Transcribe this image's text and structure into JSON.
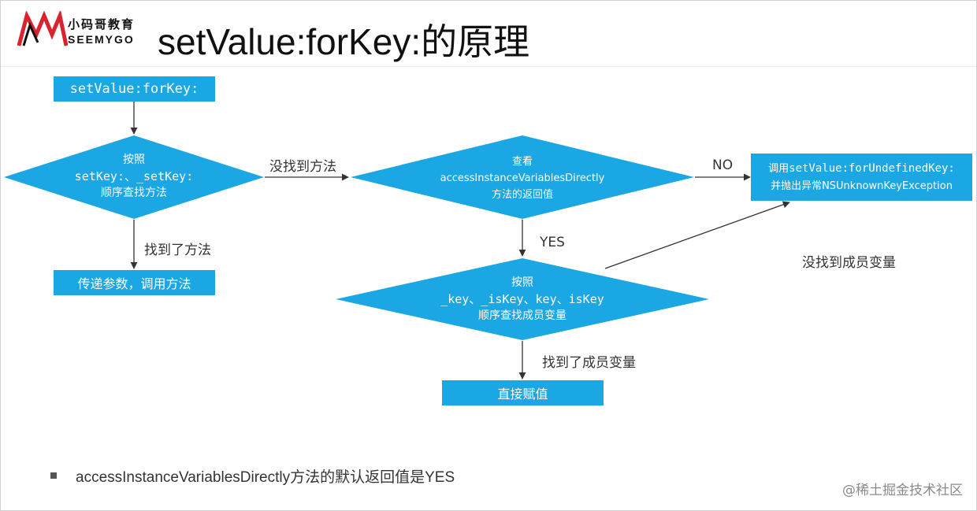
{
  "logo": {
    "cn": "小码哥教育",
    "en": "SEEMYGO"
  },
  "title": "setValue:forKey:的原理",
  "nodes": {
    "start": "setValue:forKey:",
    "d1_line1": "按照",
    "d1_line2": "setKey:、_setKey:",
    "d1_line3": "顺序查找方法",
    "call_method": "传递参数，调用方法",
    "d2_line1": "查看",
    "d2_line2": "accessInstanceVariablesDirectly",
    "d2_line3": "方法的返回值",
    "undefined_line1_prefix": "调用",
    "undefined_line1_code": "setValue:forUndefinedKey:",
    "undefined_line2": "并抛出异常NSUnknownKeyException",
    "d3_line1": "按照",
    "d3_line2": "_key、_isKey、key、isKey",
    "d3_line3": "顺序查找成员变量",
    "assign": "直接赋值"
  },
  "edges": {
    "not_found_method": "没找到方法",
    "found_method": "找到了方法",
    "no": "NO",
    "yes": "YES",
    "not_found_ivar": "没找到成员变量",
    "found_ivar": "找到了成员变量"
  },
  "note": "accessInstanceVariablesDirectly方法的默认返回值是YES",
  "watermark": "@稀土掘金技术社区",
  "colors": {
    "node_fill": "#1aa7e3",
    "arrow": "#333333",
    "logo_red": "#d9232e"
  }
}
